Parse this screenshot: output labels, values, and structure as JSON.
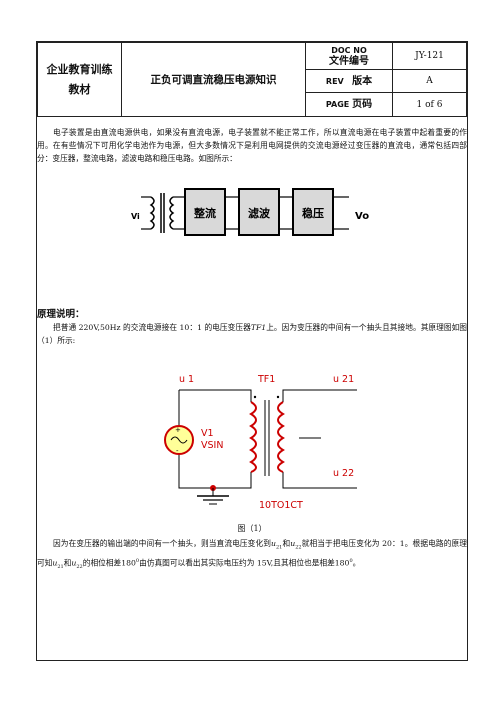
{
  "header": {
    "department": "企业教育训练教材",
    "department_line1": "企业教育训练",
    "department_line2": "教材",
    "title": "正负可调直流稳压电源知识",
    "doc_no_label": "DOC NO",
    "doc_no_label_cn": "文件编号",
    "doc_no_value": "JY-121",
    "rev_label": "REV",
    "rev_label_cn": "版本",
    "rev_value": "A",
    "page_label": "PAGE",
    "page_label_cn": "页码",
    "page_value": "1  of  6"
  },
  "intro": "电子装置是由直流电源供电，如果没有直流电源，电子装置就不能正常工作，所以直流电源在电子装置中起着重要的作用。在有些情况下可用化学电池作为电源，但大多数情况下是利用电网提供的交流电源经过变压器的直流电，通常包括四部分：变压器，整流电路，滤波电路和稳压电路。如图所示：",
  "block_diagram": {
    "input_label": "Vi",
    "output_label": "Vo",
    "blocks": [
      "整流",
      "滤波",
      "稳压"
    ]
  },
  "section_heading": "原理说明：",
  "principle": "把普通 220V,50Hz 的交流电源接在 10：1 的电压变压器",
  "principle_tf": "TF1",
  "principle_tail": "上。因为变压器的中间有一个抽头且其接地。其原理图如图（1）所示:",
  "circuit": {
    "u1": "u 1",
    "tf1": "TF1",
    "u21": "u 21",
    "u22": "u 22",
    "v1": "V1",
    "vsin": "VSIN",
    "part": "10TO1CT"
  },
  "figure_caption": "图（1）",
  "conclusion_1": "因为在变压器的输出端的中间有一个抽头，则当直流电压变化到",
  "u21_sym": "u",
  "u21_sub": "21",
  "and1": "和",
  "u22_sym": "u",
  "u22_sub": "22",
  "conclusion_2": "就相当于把电压变化为 20：1。根据电路的原理可知",
  "and2": "和",
  "conclusion_3": "的相位相差180",
  "deg": "0",
  "conclusion_4": "由仿真图可以看出其实际电压约为 15V,且其相位也是相差180",
  "conclusion_5": "。"
}
